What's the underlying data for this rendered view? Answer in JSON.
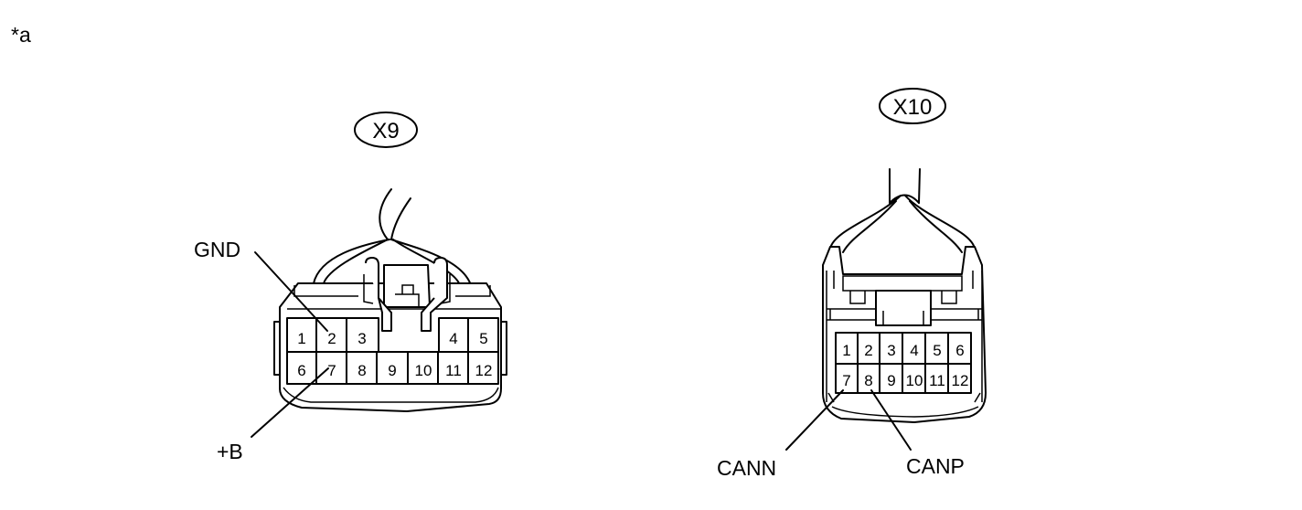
{
  "figure_label": "*a",
  "connectors": [
    {
      "id": "X9",
      "pins": [
        "1",
        "2",
        "3",
        "4",
        "5",
        "6",
        "7",
        "8",
        "9",
        "10",
        "11",
        "12"
      ],
      "callouts": [
        {
          "label": "GND",
          "pin": "2"
        },
        {
          "label": "+B",
          "pin": "7"
        }
      ]
    },
    {
      "id": "X10",
      "pins": [
        "1",
        "2",
        "3",
        "4",
        "5",
        "6",
        "7",
        "8",
        "9",
        "10",
        "11",
        "12"
      ],
      "callouts": [
        {
          "label": "CANN",
          "pin": "7"
        },
        {
          "label": "CANP",
          "pin": "8"
        }
      ]
    }
  ]
}
